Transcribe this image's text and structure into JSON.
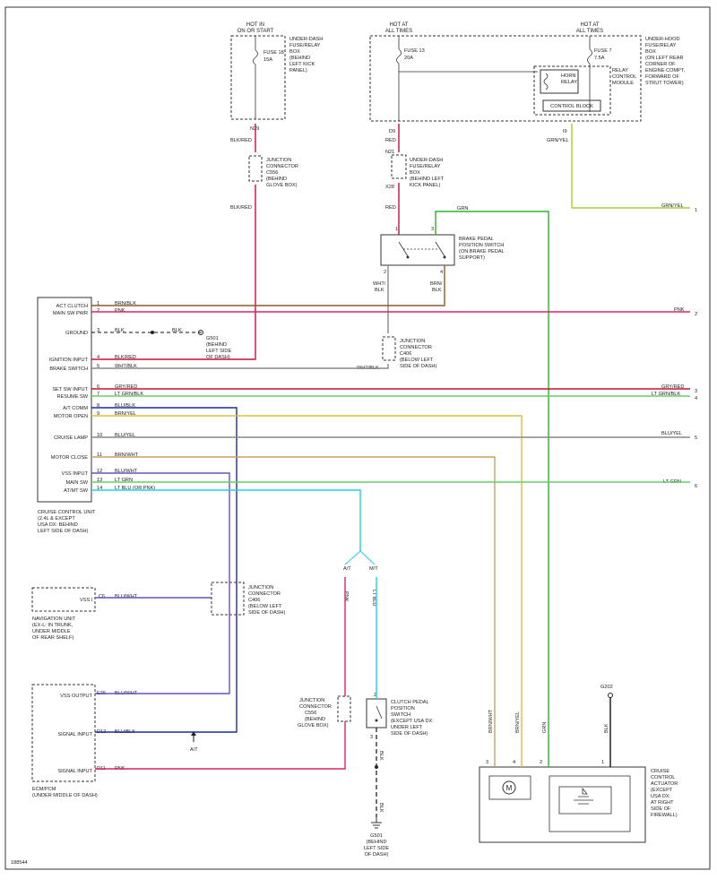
{
  "source_top_left": {
    "hot_in": "HOT IN",
    "on_start": "ON OR START",
    "fuse18": "FUSE 18",
    "fuse18_amp": "15A",
    "box_title": [
      "UNDER-DASH",
      "FUSE/RELAY",
      "BOX",
      "(BEHIND",
      "LEFT KICK",
      "PANEL)"
    ],
    "pin": "N29",
    "wire": "BLK/RED"
  },
  "junction_c556_top": {
    "title": [
      "JUNCTION",
      "CONNECTOR",
      "C556",
      "(BEHIND",
      "GLOVE BOX)"
    ],
    "wire": "BLK/RED"
  },
  "underhood": {
    "hot1": "HOT AT",
    "hot1b": "ALL TIMES",
    "hot2": "HOT AT",
    "hot2b": "ALL TIMES",
    "fuse13": "FUSE 13",
    "fuse13_amp": "20A",
    "fuse7": "FUSE 7",
    "fuse7_amp": "7.5A",
    "horn": "HORN",
    "relay": "RELAY",
    "relay_ctrl": [
      "RELAY",
      "CONTROL",
      "MODULE"
    ],
    "control_block": "CONTROL BLOCK",
    "box_title": [
      "UNDER-HOOD",
      "FUSE/RELAY",
      "BOX",
      "(ON LEFT REAR",
      "CORNER OF",
      "ENGINE COMPT,",
      "FORWARD OF",
      "STRUT TOWER)"
    ],
    "pin_d9": "D9",
    "pin_i9": "I9",
    "wire_red": "RED",
    "wire_grnyel": "GRN/YEL"
  },
  "underdash_box": {
    "pin_n21": "N21",
    "pin_x28": "X28",
    "title": [
      "UNDER-DASH",
      "FUSE/RELAY",
      "BOX",
      "(BEHIND LEFT",
      "KICK PANEL)"
    ],
    "wire_red": "RED"
  },
  "brake_switch": {
    "title": [
      "BRAKE PEDAL",
      "POSITION SWITCH",
      "(ON BRAKE PEDAL",
      "SUPPORT)"
    ],
    "pin1": "1",
    "pin3": "3",
    "pin2": "2",
    "pin4": "4",
    "wire_grn": "GRN",
    "wire_whtblk": [
      "WHT/",
      "BLK"
    ],
    "wire_brnblk": [
      "BRN/",
      "BLK"
    ]
  },
  "junction_c406_top": {
    "title": [
      "JUNCTION",
      "CONNECTOR",
      "C406",
      "(BELOW LEFT",
      "SIDE OF DASH)"
    ],
    "wire": "WHT/BLK"
  },
  "ccu": {
    "rows": [
      {
        "label": "ACT CLUTCH",
        "pin": "1",
        "wire": "BRN/BLK"
      },
      {
        "label": "MAIN SW PWR",
        "pin": "2",
        "wire": "PNK"
      },
      {
        "label": "GROUND",
        "pin": "3",
        "wire": "BLK"
      },
      {
        "label": "IGNITION INPUT",
        "pin": "4",
        "wire": "BLK/RED"
      },
      {
        "label": "BRAKE SWITCH",
        "pin": "5",
        "wire": "WHT/BLK"
      },
      {
        "label": "SET SW INPUT",
        "pin": "6",
        "wire": "GRY/RED"
      },
      {
        "label": "RESUME SW",
        "pin": "7",
        "wire": "LT GRN/BLK"
      },
      {
        "label": "A/T COMM",
        "pin": "8",
        "wire": "BLU/BLK"
      },
      {
        "label": "MOTOR OPEN",
        "pin": "9",
        "wire": "BRN/YEL"
      },
      {
        "label": "CRUISE LAMP",
        "pin": "10",
        "wire": "BLU/YEL"
      },
      {
        "label": "MOTOR CLOSE",
        "pin": "11",
        "wire": "BRN/WHT"
      },
      {
        "label": "VSS INPUT",
        "pin": "12",
        "wire": "BLU/WHT"
      },
      {
        "label": "MAIN SW",
        "pin": "13",
        "wire": "LT GRN"
      },
      {
        "label": "AT/MT SW",
        "pin": "14",
        "wire": "LT BLU    (OR PNK)"
      }
    ],
    "title": [
      "CRUISE CONTROL UNIT",
      "(2.4L & EXCEPT",
      "USA DX: BEHIND",
      "LEFT SIDE OF DASH)"
    ]
  },
  "ground_g501_top": {
    "wire": "BLK",
    "title": [
      "G501",
      "(BEHIND",
      "LEFT SIDE",
      "OF DASH)"
    ]
  },
  "right_edge": {
    "items": [
      {
        "wire": "GRN/YEL",
        "num": "1"
      },
      {
        "wire": "PNK",
        "num": "2"
      },
      {
        "wire": "GRY/RED",
        "num": "3"
      },
      {
        "wire": "LT GRN/BLK",
        "num": "4"
      },
      {
        "wire": "BLU/YEL",
        "num": "5"
      },
      {
        "wire": "LT GRN",
        "num": "6"
      }
    ]
  },
  "at_mt": {
    "at": "A/T",
    "mt": "M/T",
    "wire_pnk": "PNK",
    "wire_ltblu": "LT BLU"
  },
  "nav_unit": {
    "vss_label": "VSS I",
    "pin": "C6",
    "wire": "BLU/WHT",
    "title": [
      "NAVIGATION UNIT",
      "(EX-L: IN TRUNK,",
      "UNDER MIDDLE",
      "OF REAR SHELF)"
    ]
  },
  "junction_c406_bottom": {
    "title": [
      "JUNCTION",
      "CONNECTOR",
      "C406",
      "(BELOW LEFT",
      "SIDE OF DASH)"
    ]
  },
  "ecm": {
    "rows": [
      {
        "label": "VSS OUTPUT",
        "pin": "E26",
        "wire": "BLU/WHT"
      },
      {
        "label": "SIGNAL INPUT",
        "pin": "D12",
        "wire": "BLU/BLK"
      },
      {
        "label": "SIGNAL INPUT",
        "pin": "D11",
        "wire": "PNK"
      }
    ],
    "at_note": "A/T",
    "title": [
      "ECM/PCM",
      "(UNDER MIDDLE OF DASH)"
    ]
  },
  "junction_c556_bottom": {
    "title": [
      "JUNCTION",
      "CONNECTOR",
      "C556",
      "(BEHIND",
      "GLOVE BOX)"
    ]
  },
  "clutch_switch": {
    "title": [
      "CLUTCH PEDAL",
      "POSITION",
      "SWITCH",
      "(EXCEPT USA DX:",
      "UNDER LEFT",
      "SIDE OF DASH)"
    ],
    "pin2": "2",
    "pin3": "3",
    "wire_blk": "BLK",
    "wire_blk2": "BLK"
  },
  "ground_g501_bottom": {
    "title": [
      "G501",
      "(BEHIND",
      "LEFT SIDE",
      "OF DASH)"
    ]
  },
  "actuator": {
    "wires": [
      {
        "wire": "BRN/WHT",
        "pin": "3"
      },
      {
        "wire": "BRN/YEL",
        "pin": "4"
      },
      {
        "wire": "GRN",
        "pin": "2"
      },
      {
        "wire": "BLK",
        "pin": "1"
      }
    ],
    "ground": "G202",
    "motor": "M",
    "title": [
      "CRUISE",
      "CONTROL",
      "ACTUATOR",
      "(EXCEPT",
      "USA DX:",
      "AT RIGHT",
      "SIDE OF",
      "FIREWALL)"
    ]
  },
  "figure_id": "188544",
  "colors": {
    "red": "#c8102e",
    "pnk": "#e0245e",
    "brn": "#8b5a2b",
    "tan": "#c8a06a",
    "blu": "#1a2fa0",
    "ltblu": "#20d0e8",
    "grn": "#2bb52b",
    "ltgrn": "#5fd35f",
    "grnyel": "#a6d12a",
    "gry": "#888888",
    "yel": "#d9c040",
    "blk": "#111111"
  }
}
